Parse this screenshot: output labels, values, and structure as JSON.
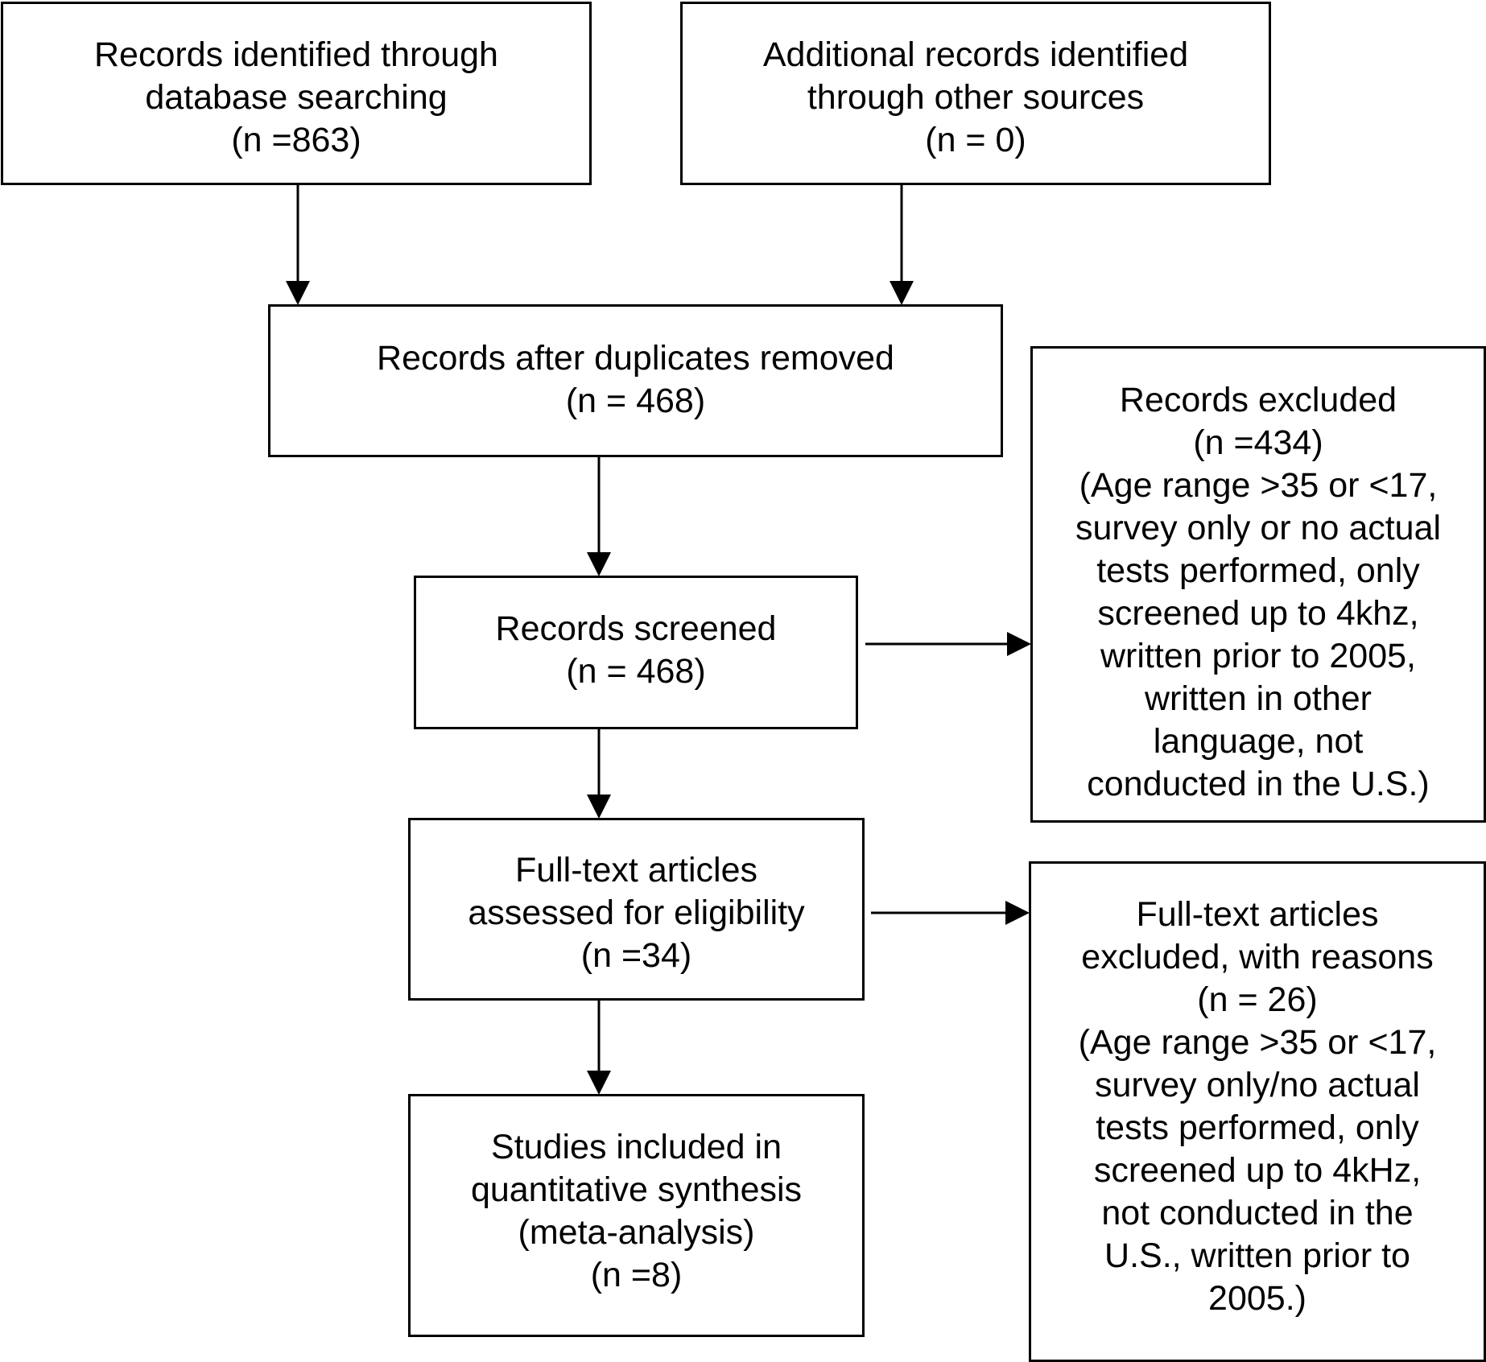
{
  "flowchart": {
    "identification_database": {
      "lines": [
        "Records identified through",
        "database searching",
        "(n =863)"
      ]
    },
    "identification_other": {
      "lines": [
        "Additional records identified",
        "through other sources",
        "(n = 0)"
      ]
    },
    "duplicates_removed": {
      "lines": [
        "Records after duplicates removed",
        "(n = 468)"
      ]
    },
    "screened": {
      "lines": [
        "Records screened",
        "(n = 468)"
      ]
    },
    "full_text_assessed": {
      "lines": [
        "Full-text articles",
        "assessed for eligibility",
        "(n =34)"
      ]
    },
    "included": {
      "lines": [
        "Studies included in",
        "quantitative synthesis",
        "(meta-analysis)",
        "(n =8)"
      ]
    },
    "records_excluded": {
      "lines": [
        "Records excluded",
        "(n =434)",
        "(Age range >35 or <17,",
        "survey only or no actual",
        "tests performed, only",
        "screened up to 4khz,",
        "written prior to 2005,",
        "written in other",
        "language, not",
        "conducted in the U.S.)"
      ]
    },
    "full_text_excluded": {
      "lines": [
        "Full-text articles",
        "excluded, with reasons",
        "(n = 26)",
        "(Age range >35 or <17,",
        "survey only/no actual",
        "tests performed, only",
        "screened up to 4kHz,",
        "not conducted in the",
        "U.S., written prior to",
        "2005.)"
      ]
    }
  }
}
